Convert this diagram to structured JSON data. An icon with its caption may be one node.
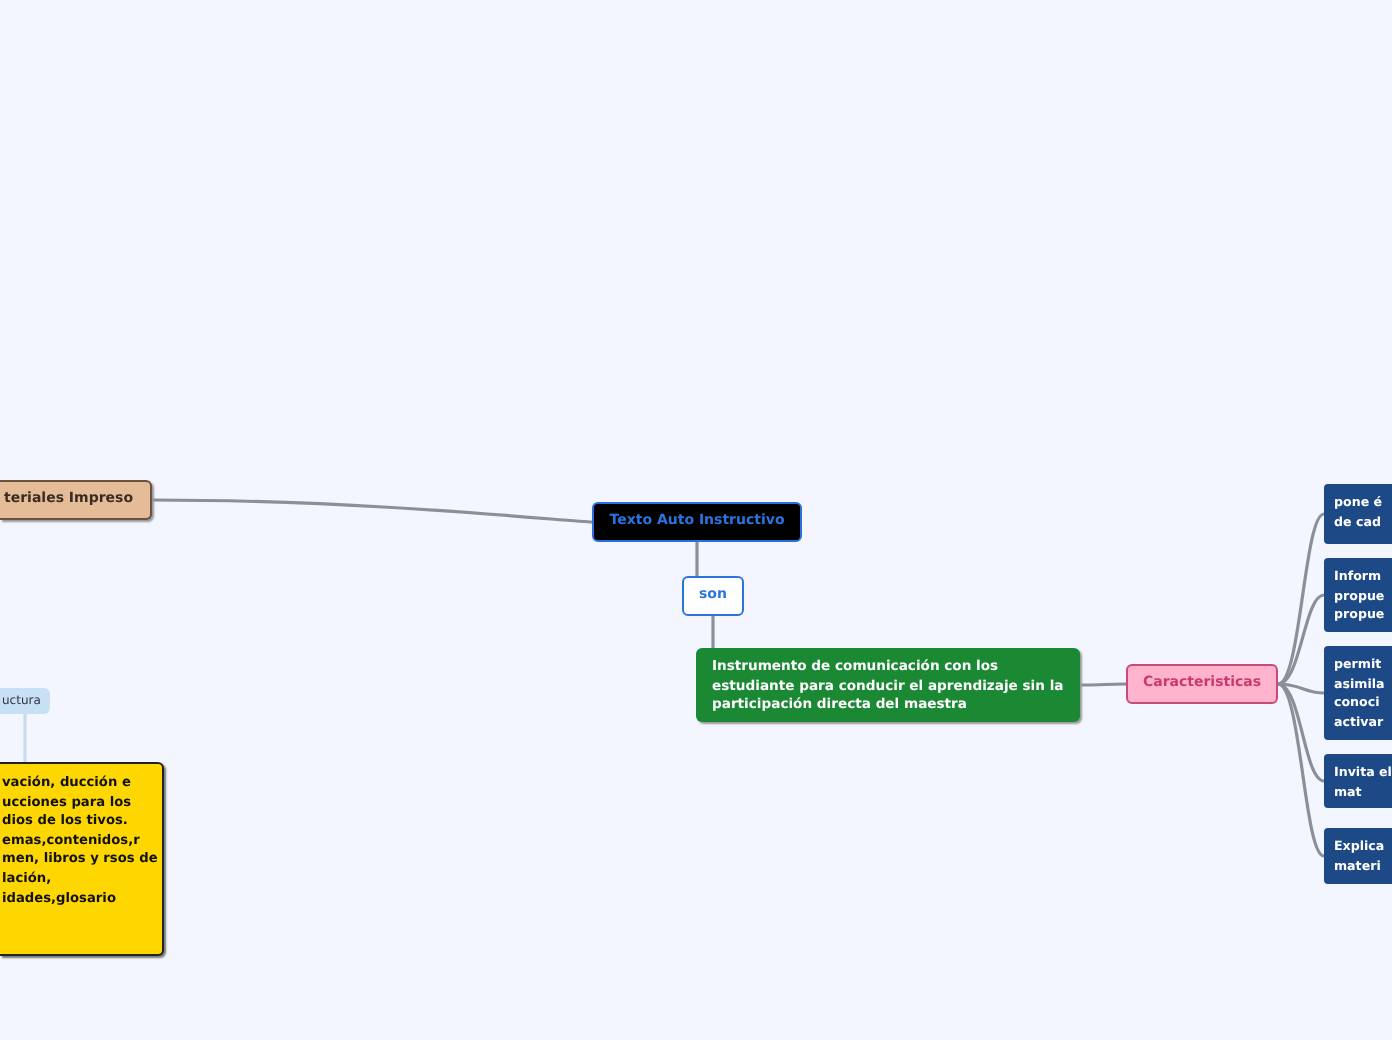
{
  "diagram": {
    "nodes": [
      {
        "text": [
          "Texto Auto Instructivo"
        ]
      },
      {
        "text": [
          "teriales  Impreso"
        ]
      },
      {
        "text": [
          "son"
        ]
      },
      {
        "text": [
          "Instrumento  de comunicación con los estudiante para conducir  el aprendizaje  sin la participación  directa del maestra"
        ]
      },
      {
        "text": [
          "Caracteristicas"
        ]
      },
      {
        "text": [
          "pone é de cad"
        ]
      },
      {
        "text": [
          "Inform propue propue"
        ]
      },
      {
        "text": [
          "permit asimila conoci activar"
        ]
      },
      {
        "text": [
          "Invita el mat"
        ]
      },
      {
        "text": [
          "Explica materi"
        ]
      },
      {
        "text": [
          "uctura"
        ]
      },
      {
        "text": [
          "vación, ducción e ucciones para los dios de los tivos. emas,contenidos,r men, libros y rsos de lación, idades,glosario"
        ]
      }
    ],
    "edges": [
      {
        "from": 1,
        "to": 0,
        "arrow": "none"
      },
      {
        "from": 0,
        "to": 2,
        "arrow": "none"
      },
      {
        "from": 2,
        "to": 3,
        "arrow": "none"
      },
      {
        "from": 3,
        "to": 4,
        "arrow": "none"
      },
      {
        "from": 4,
        "to": 5,
        "arrow": "none"
      },
      {
        "from": 4,
        "to": 6,
        "arrow": "none"
      },
      {
        "from": 4,
        "to": 7,
        "arrow": "none"
      },
      {
        "from": 4,
        "to": 8,
        "arrow": "none"
      },
      {
        "from": 4,
        "to": 9,
        "arrow": "none"
      },
      {
        "from": 10,
        "to": 11,
        "arrow": "none",
        "color": "#c8dcf0"
      }
    ]
  }
}
